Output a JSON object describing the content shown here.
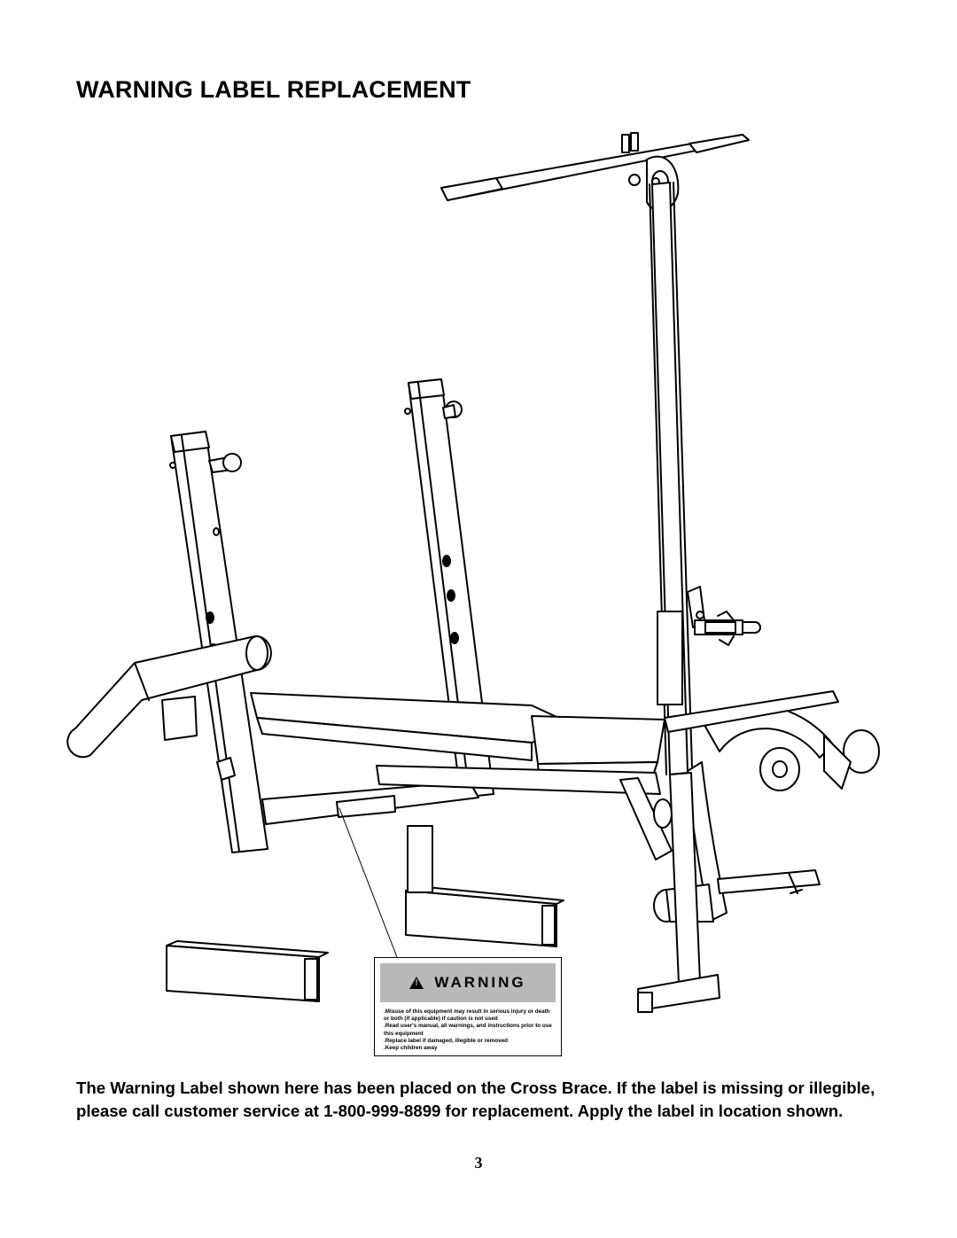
{
  "page": {
    "title": "WARNING LABEL REPLACEMENT",
    "paragraph": "The Warning Label shown here has been placed on the Cross Brace. If the label is missing or illegible, please call customer service at 1-800-999-8899 for replacement. Apply the label in location shown.",
    "page_number": "3"
  },
  "warning_label": {
    "heading": "WARNING",
    "items": [
      ".Misuse of this equipment may result in serious injury or death",
      "or both (if applicable) if caution is not used",
      ".Read user's manual, all warnings, and instructions prior to use",
      "this equipment",
      ".Replace label if damaged, illegible or removed",
      ".Keep children away"
    ]
  }
}
